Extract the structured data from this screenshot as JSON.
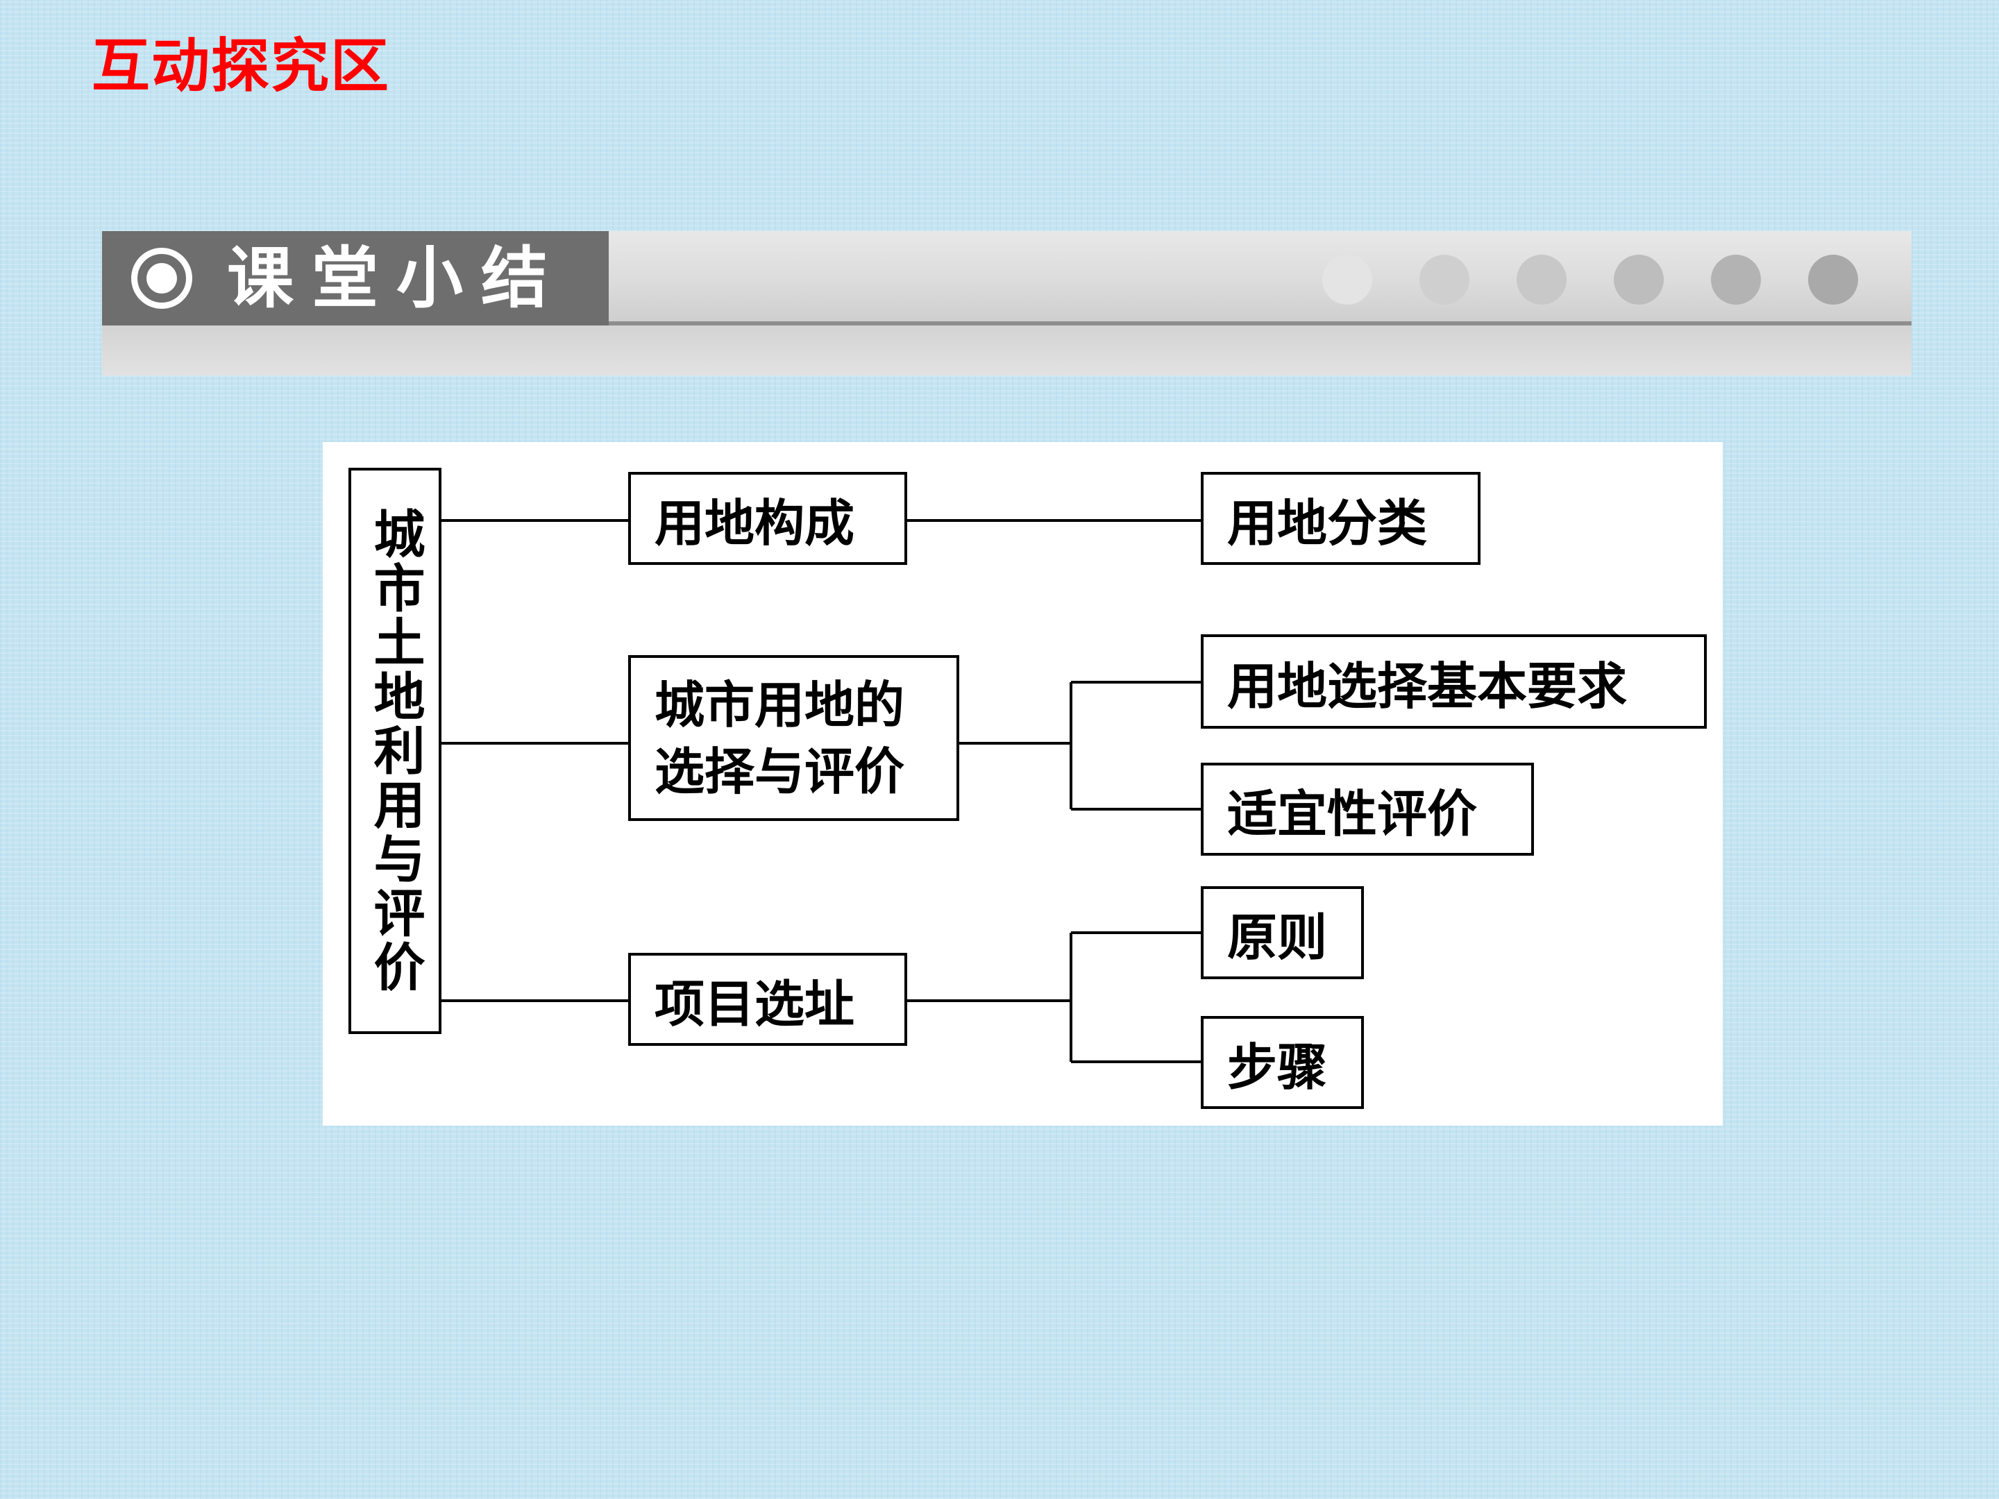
{
  "header": {
    "section_label": "互动探究区"
  },
  "banner": {
    "title": "课堂小结",
    "dots": [
      "#e4e4e4",
      "#cfcfcf",
      "#c8c8c8",
      "#bdbdbd",
      "#b3b3b3",
      "#a9a9a9"
    ]
  },
  "diagram": {
    "root": "城市土地利用与评价",
    "branches": [
      {
        "label": "用地构成",
        "children": [
          "用地分类"
        ]
      },
      {
        "label": "城市用地的选择与评价",
        "children": [
          "用地选择基本要求",
          "适宜性评价"
        ]
      },
      {
        "label": "项目选址",
        "children": [
          "原则",
          "步骤"
        ]
      }
    ]
  }
}
